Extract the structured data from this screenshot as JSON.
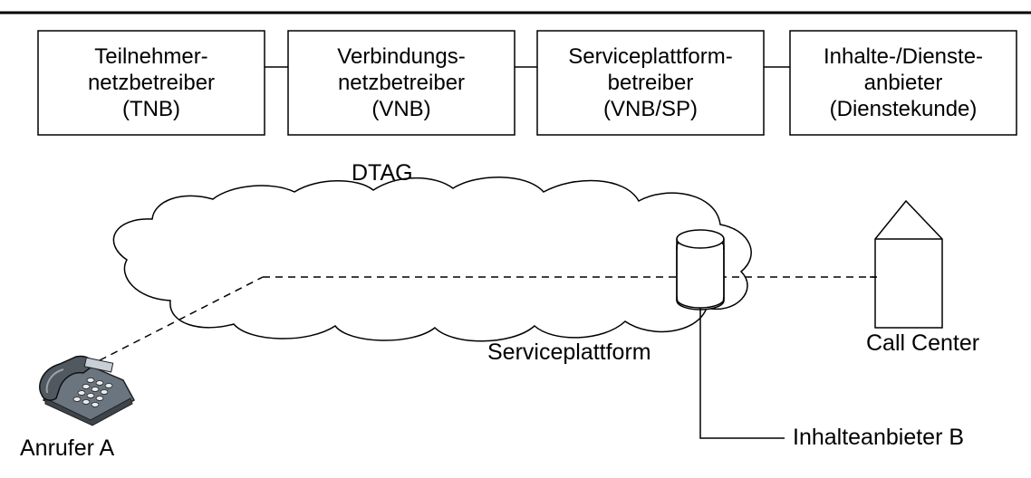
{
  "operators": [
    {
      "lines": [
        "Teilnehmer-",
        "netzbetreiber",
        "(TNB)"
      ]
    },
    {
      "lines": [
        "Verbindungs-",
        "netzbetreiber",
        "(VNB)"
      ]
    },
    {
      "lines": [
        "Serviceplattform-",
        "betreiber",
        "(VNB/SP)"
      ]
    },
    {
      "lines": [
        "Inhalte-/Dienste-",
        "anbieter",
        "(Dienstekunde)"
      ]
    }
  ],
  "network": {
    "label": "DTAG"
  },
  "nodes": {
    "caller": "Anrufer A",
    "platform": "Serviceplattform",
    "call_center": "Call Center",
    "content_provider": "Inhalteanbieter B"
  }
}
